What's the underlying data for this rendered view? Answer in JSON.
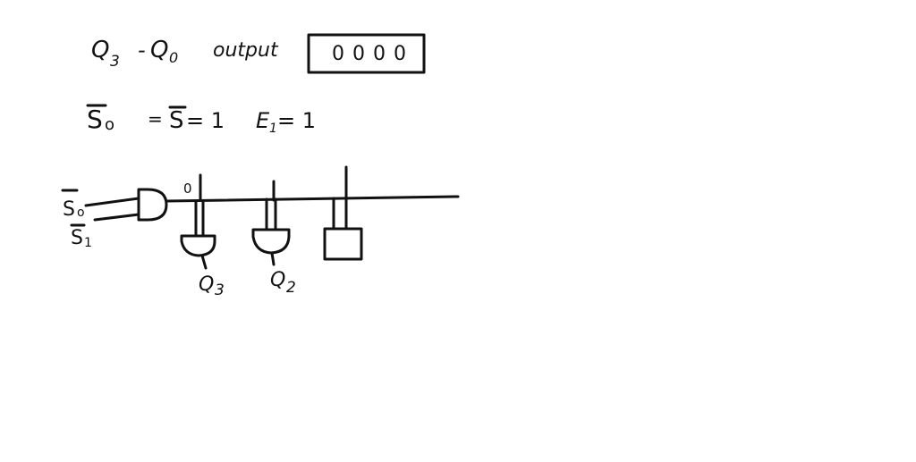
{
  "header": {
    "range_label_from": "Q",
    "range_label_from_sub": "3",
    "range_dash": "-",
    "range_label_to": "Q",
    "range_label_to_sub": "0",
    "output_word": "output",
    "output_value": "0 0 0 0"
  },
  "equation": {
    "s0": "S",
    "s0_sub": "o",
    "eq_prefix": "=",
    "s": "S",
    "eq_value": "= 1",
    "e": "E",
    "e_sub": "1",
    "e_value": "= 1"
  },
  "circuit": {
    "input_s0": "S",
    "input_s0_sub": "o",
    "input_s1": "S",
    "input_s1_sub": "1",
    "bus_value": "0",
    "out_q3": "Q",
    "out_q3_sub": "3",
    "out_q2": "Q",
    "out_q2_sub": "2"
  },
  "colors": {
    "ink": "#111111",
    "background": "#ffffff"
  }
}
